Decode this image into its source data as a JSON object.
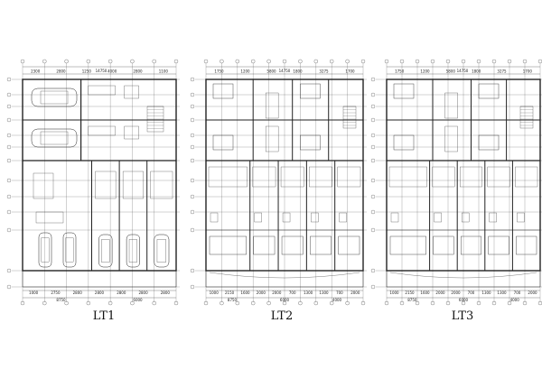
{
  "plans": [
    {
      "label": "LT1",
      "top_total": "14750",
      "top_dims": [
        "2300",
        "2800",
        "1250",
        "4000",
        "2800",
        "1100"
      ],
      "bottom_dims": [
        "1000",
        "2750",
        "2800",
        "2800",
        "2800",
        "2800",
        "2800"
      ],
      "bottom_totals": [
        "8750",
        "6000"
      ]
    },
    {
      "label": "LT2",
      "top_total": "14750",
      "top_dims": [
        "1750",
        "1200",
        "5800",
        "1800",
        "3275",
        "1700"
      ],
      "bottom_dims": [
        "1000",
        "2150",
        "1600",
        "2000",
        "2000",
        "700",
        "1300",
        "1300",
        "700",
        "2000"
      ],
      "bottom_totals": [
        "8750",
        "6000",
        "4000"
      ]
    },
    {
      "label": "LT3",
      "top_total": "14750",
      "top_dims": [
        "1750",
        "1200",
        "5800",
        "1800",
        "3275",
        "1700"
      ],
      "bottom_dims": [
        "1000",
        "2150",
        "1600",
        "2000",
        "2000",
        "700",
        "1300",
        "1300",
        "700",
        "2000"
      ],
      "bottom_totals": [
        "8750",
        "6000",
        "4000"
      ]
    }
  ],
  "colors": {
    "line": "#222222",
    "background": "#ffffff"
  }
}
